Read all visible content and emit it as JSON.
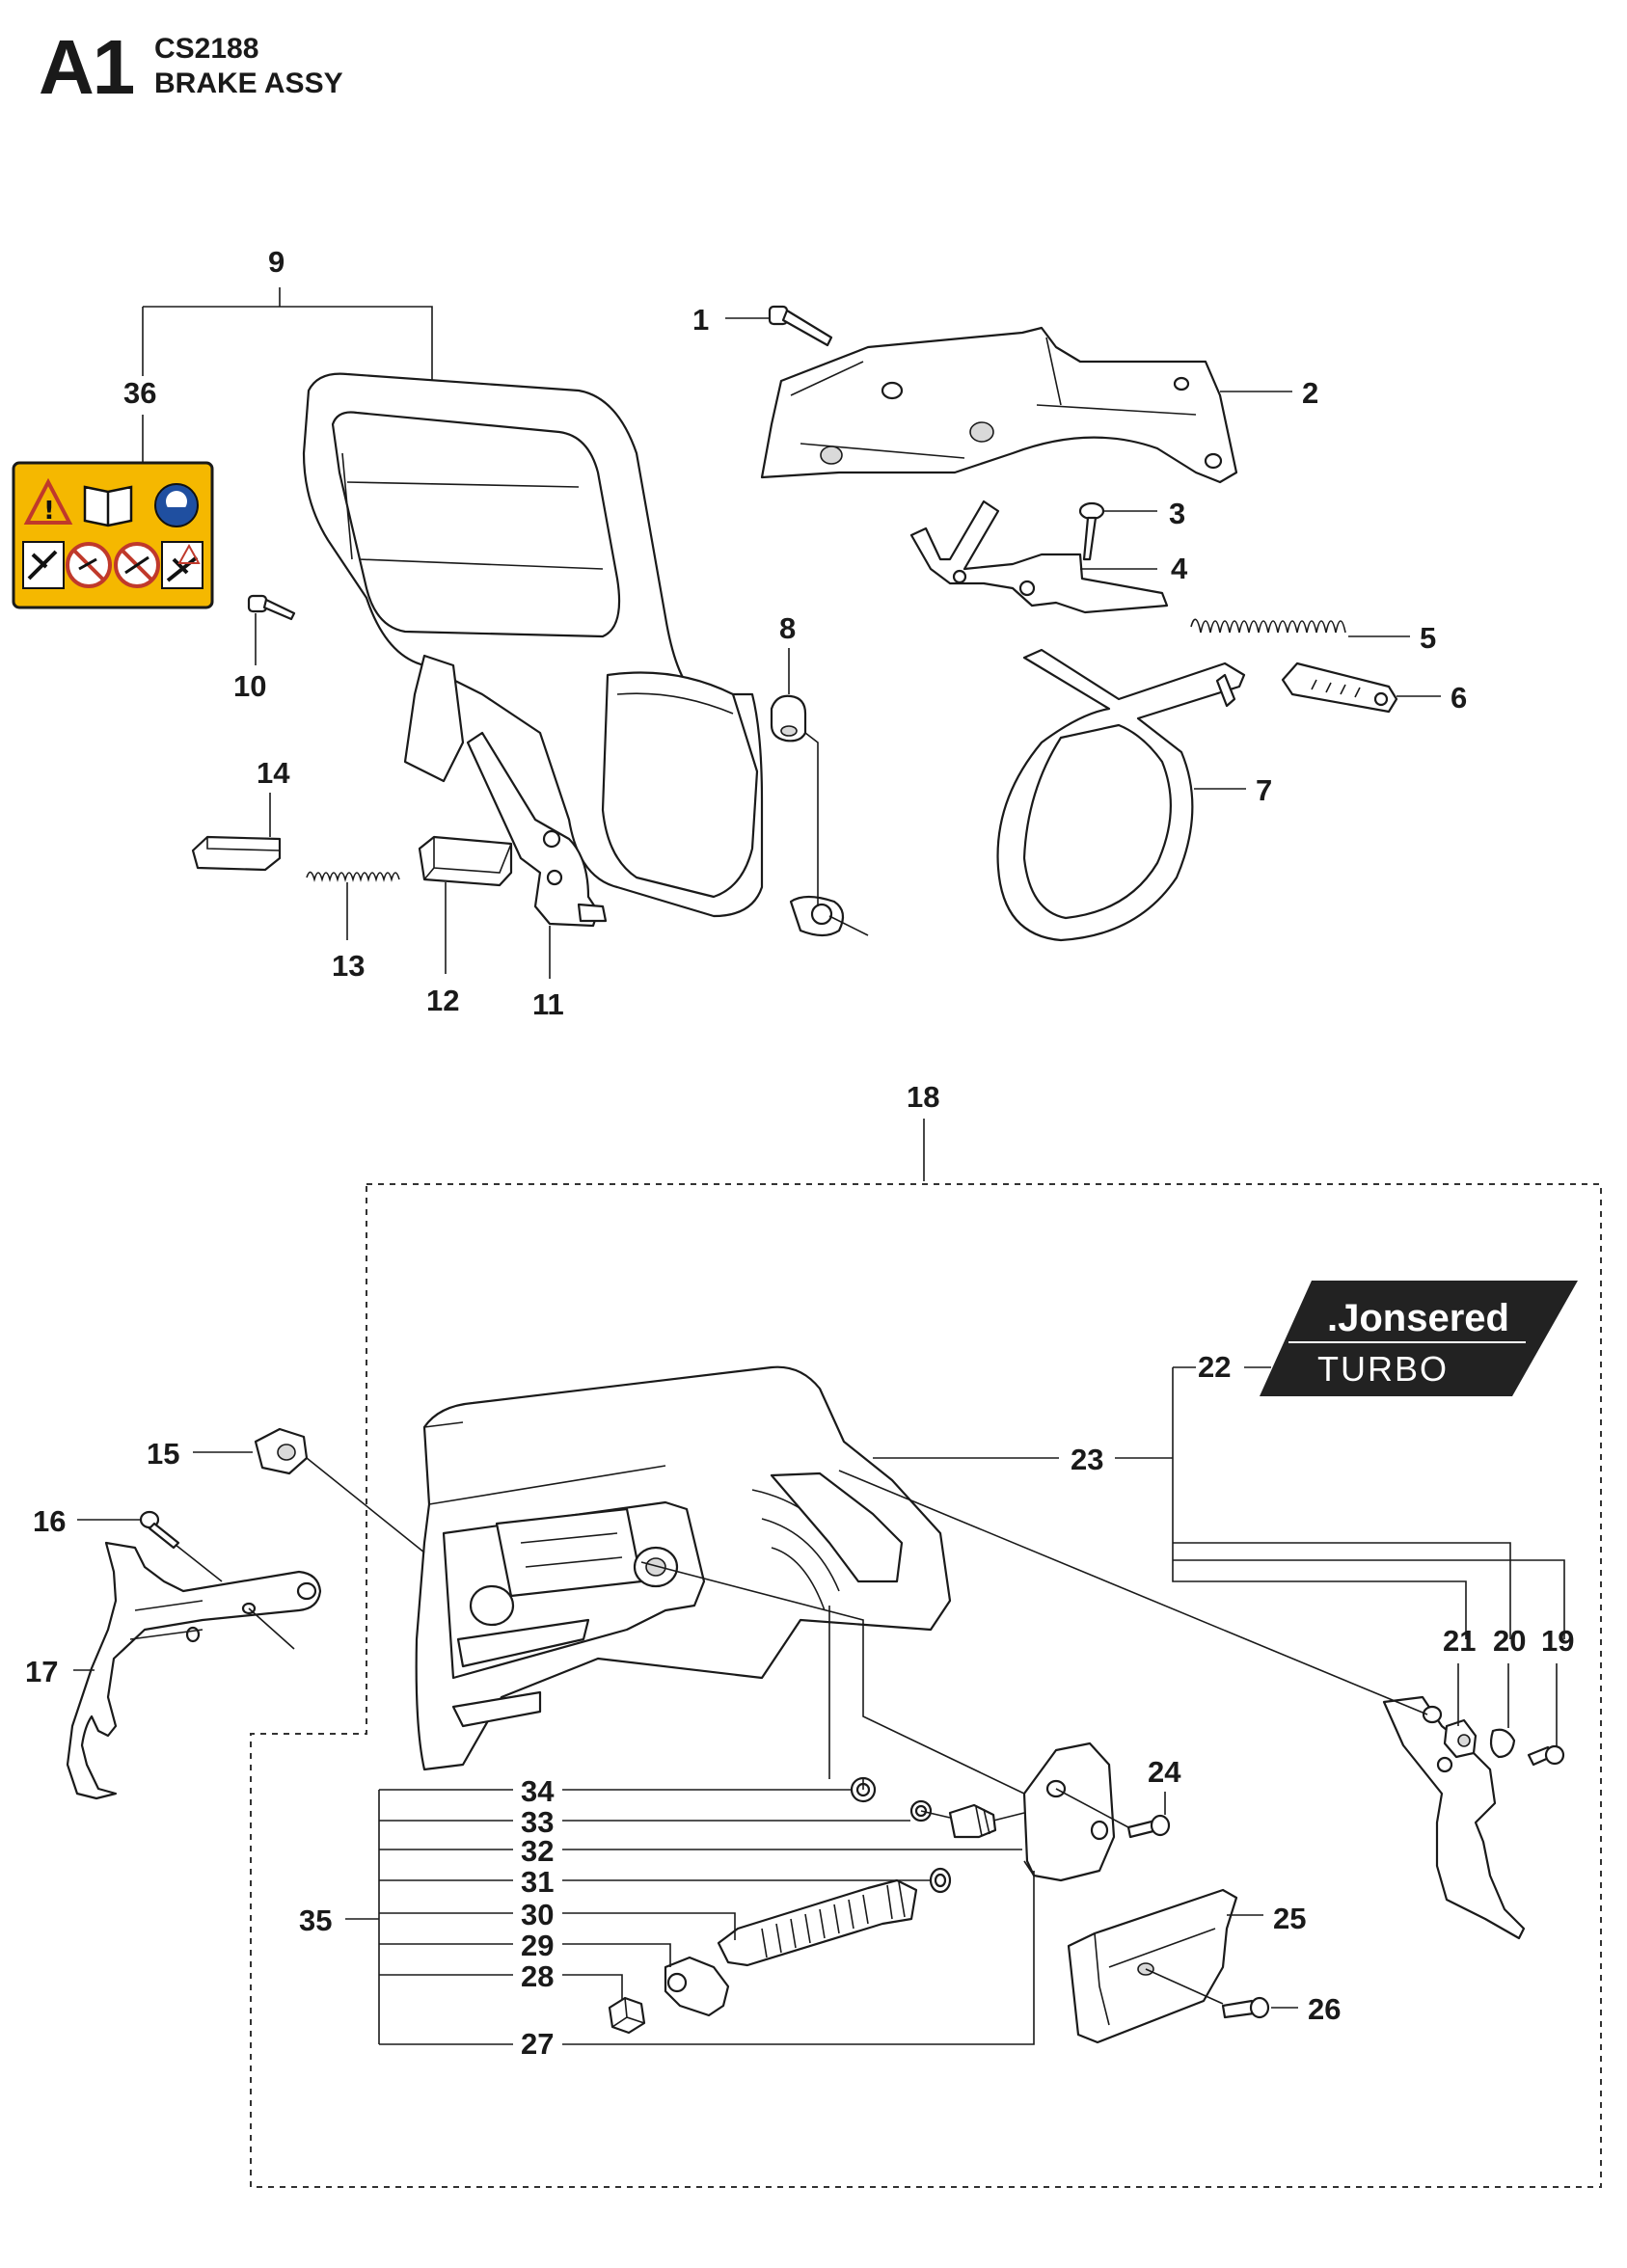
{
  "header": {
    "page_code": "A1",
    "model": "CS2188",
    "assembly": "BRAKE ASSY"
  },
  "brand": {
    "name": ".Jonsered",
    "sub": "TURBO",
    "badge_color": "#222222"
  },
  "warning_label": {
    "color": "#f5b800",
    "icons": [
      "warning-icon",
      "manual-icon",
      "helmet-icon",
      "kickback-icon",
      "no-one-hand-icon",
      "no-tip-icon",
      "two-hand-icon"
    ]
  },
  "callouts": {
    "c1": "1",
    "c2": "2",
    "c3": "3",
    "c4": "4",
    "c5": "5",
    "c6": "6",
    "c7": "7",
    "c8": "8",
    "c9": "9",
    "c10": "10",
    "c11": "11",
    "c12": "12",
    "c13": "13",
    "c14": "14",
    "c15": "15",
    "c16": "16",
    "c17": "17",
    "c18": "18",
    "c19": "19",
    "c20": "20",
    "c21": "21",
    "c22": "22",
    "c23": "23",
    "c24": "24",
    "c25": "25",
    "c26": "26",
    "c27": "27",
    "c28": "28",
    "c29": "29",
    "c30": "30",
    "c31": "31",
    "c32": "32",
    "c33": "33",
    "c34": "34",
    "c35": "35",
    "c36": "36"
  }
}
